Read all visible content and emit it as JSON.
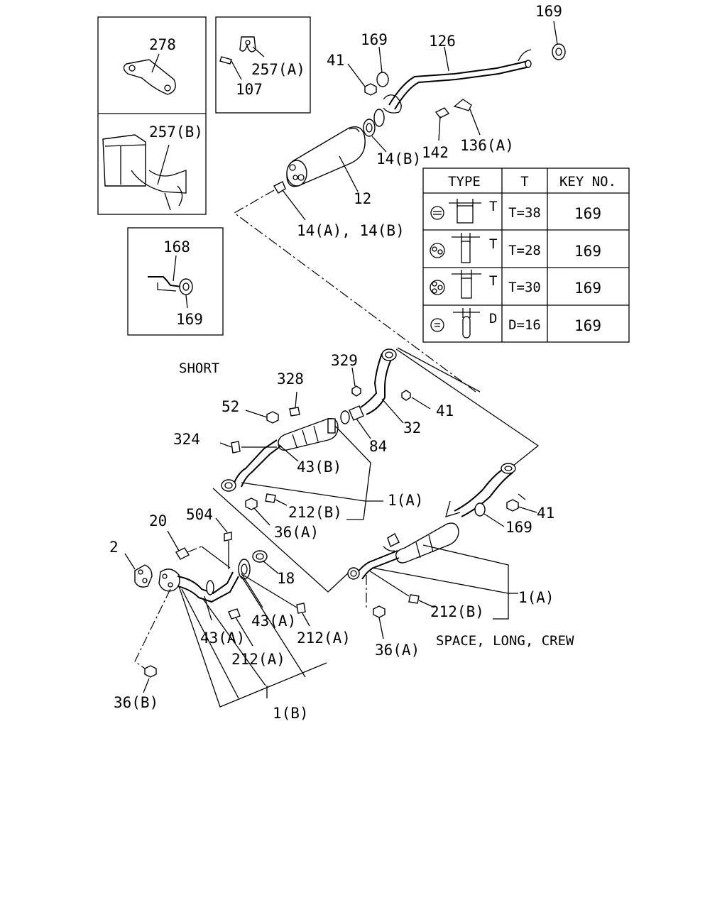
{
  "labels": {
    "p278": "278",
    "p257b": "257(B)",
    "p257a": "257(A)",
    "p107": "107",
    "p168": "168",
    "p169_inset": "169",
    "p169_top": "169",
    "p169_mid": "169",
    "p169_short": "169",
    "p41_top": "41",
    "p41_short": "41",
    "p41_long": "41",
    "p126": "126",
    "p142": "142",
    "p136a": "136(A)",
    "p14b": "14(B)",
    "p12": "12",
    "p14ab": "14(A), 14(B)",
    "p329": "329",
    "p328": "328",
    "p52": "52",
    "p324": "324",
    "p43b": "43(B)",
    "p84": "84",
    "p32": "32",
    "p1a_short": "1(A)",
    "p212b_short": "212(B)",
    "p36a_short": "36(A)",
    "p20": "20",
    "p504": "504",
    "p2": "2",
    "p18": "18",
    "p43a_right": "43(A)",
    "p43a_left": "43(A)",
    "p212a_right": "212(A)",
    "p212a_left": "212(A)",
    "p36b": "36(B)",
    "p1b": "1(B)",
    "p1a_long": "1(A)",
    "p212b_long": "212(B)",
    "p36a_long": "36(A)"
  },
  "captions": {
    "short": "SHORT",
    "long": "SPACE, LONG, CREW"
  },
  "spec_table": {
    "headers": [
      "TYPE",
      "T",
      "KEY NO."
    ],
    "rows": [
      {
        "dim": "T",
        "value": "T=38",
        "key": "169"
      },
      {
        "dim": "T",
        "value": "T=28",
        "key": "169"
      },
      {
        "dim": "T",
        "value": "T=30",
        "key": "169"
      },
      {
        "dim": "D",
        "value": "D=16",
        "key": "169"
      }
    ]
  }
}
